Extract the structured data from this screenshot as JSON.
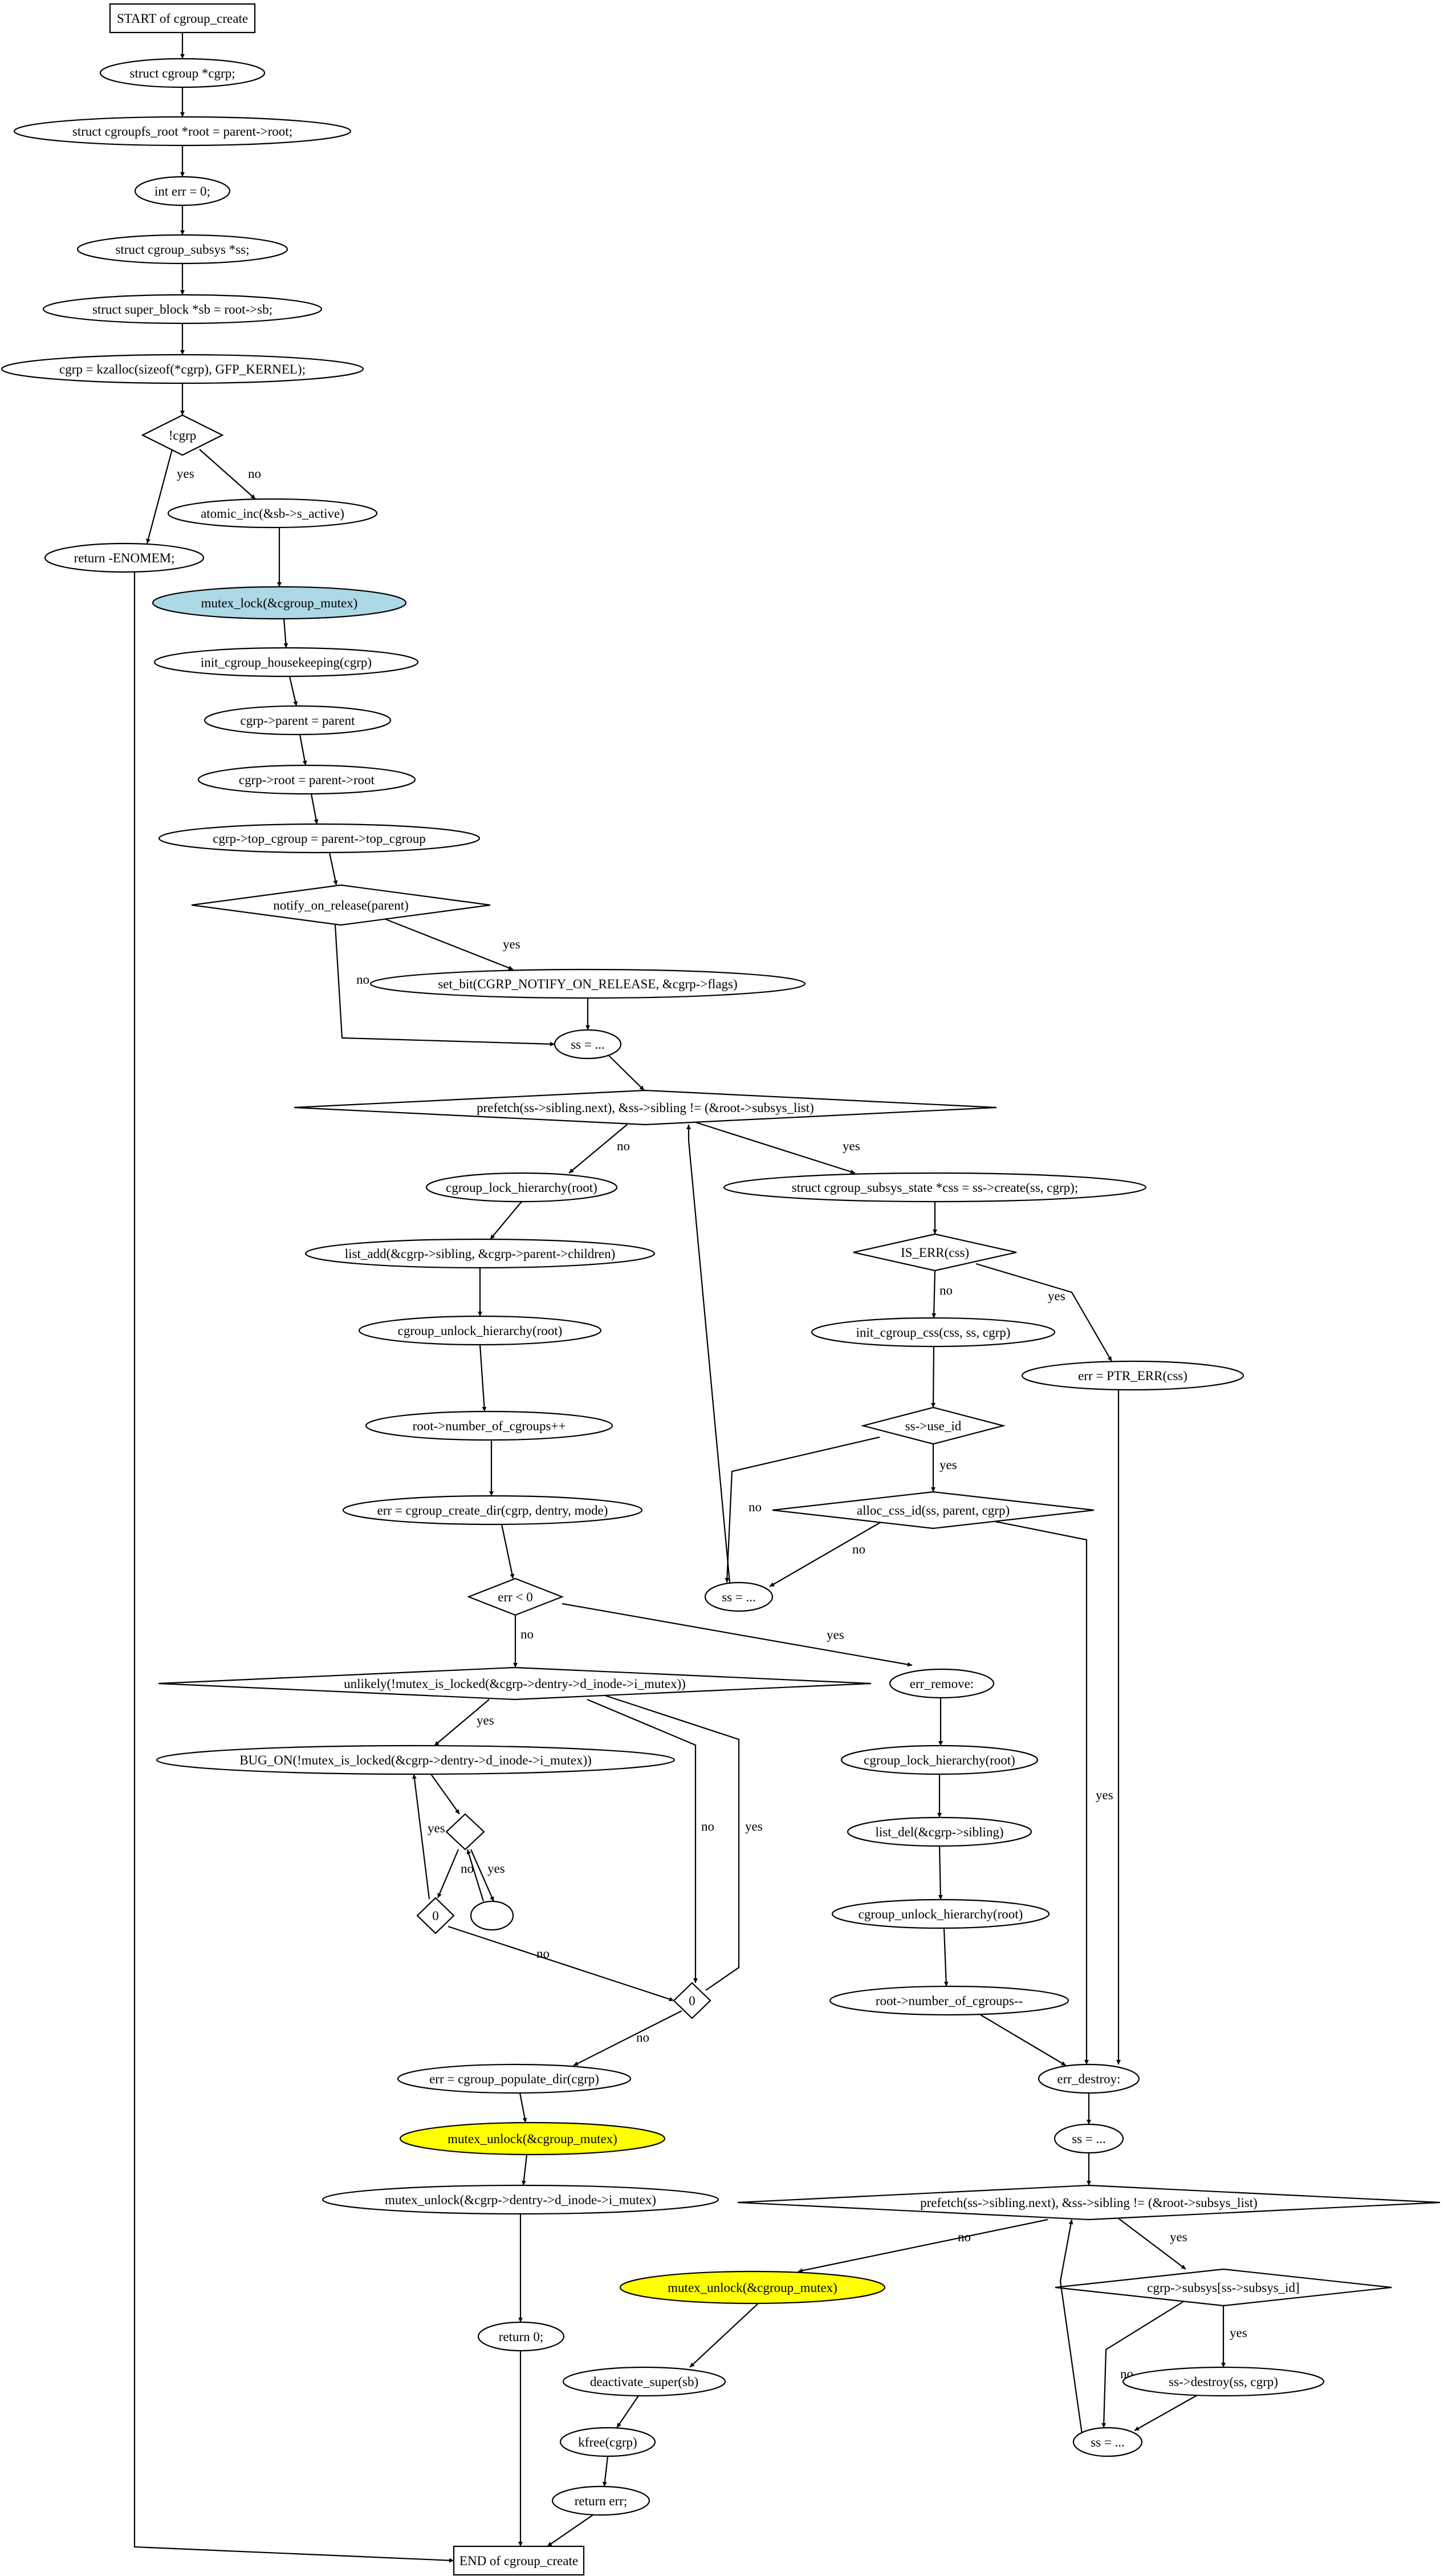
{
  "flowchart": {
    "nodes": {
      "start": {
        "label": "START of cgroup_create"
      },
      "n1": {
        "label": "struct cgroup *cgrp;"
      },
      "n2": {
        "label": "struct cgroupfs_root *root = parent->root;"
      },
      "n3": {
        "label": "int err = 0;"
      },
      "n4": {
        "label": "struct cgroup_subsys *ss;"
      },
      "n5": {
        "label": "struct super_block *sb = root->sb;"
      },
      "n6": {
        "label": "cgrp = kzalloc(sizeof(*cgrp), GFP_KERNEL);"
      },
      "d1": {
        "label": "!cgrp"
      },
      "n7": {
        "label": "return -ENOMEM;"
      },
      "n8": {
        "label": "atomic_inc(&sb->s_active)"
      },
      "n9": {
        "label": "mutex_lock(&cgroup_mutex)"
      },
      "n10": {
        "label": "init_cgroup_housekeeping(cgrp)"
      },
      "n11": {
        "label": "cgrp->parent = parent"
      },
      "n12": {
        "label": "cgrp->root = parent->root"
      },
      "n13": {
        "label": "cgrp->top_cgroup = parent->top_cgroup"
      },
      "d2": {
        "label": "notify_on_release(parent)"
      },
      "n14": {
        "label": "set_bit(CGRP_NOTIFY_ON_RELEASE, &cgrp->flags)"
      },
      "n15": {
        "label": "ss = ..."
      },
      "d3": {
        "label": "prefetch(ss->sibling.next), &ss->sibling != (&root->subsys_list)"
      },
      "n16": {
        "label": "cgroup_lock_hierarchy(root)"
      },
      "n17": {
        "label": "struct cgroup_subsys_state *css = ss->create(ss, cgrp);"
      },
      "n18": {
        "label": "list_add(&cgrp->sibling, &cgrp->parent->children)"
      },
      "d4": {
        "label": "IS_ERR(css)"
      },
      "n19": {
        "label": "cgroup_unlock_hierarchy(root)"
      },
      "n20": {
        "label": "init_cgroup_css(css, ss, cgrp)"
      },
      "n21": {
        "label": "err = PTR_ERR(css)"
      },
      "n22": {
        "label": "root->number_of_cgroups++"
      },
      "d5": {
        "label": "ss->use_id"
      },
      "n23": {
        "label": "err = cgroup_create_dir(cgrp, dentry, mode)"
      },
      "d6": {
        "label": "alloc_css_id(ss, parent, cgrp)"
      },
      "n24": {
        "label": "ss = ..."
      },
      "d7": {
        "label": "err < 0"
      },
      "d8": {
        "label": "unlikely(!mutex_is_locked(&cgrp->dentry->d_inode->i_mutex))"
      },
      "n25": {
        "label": "err_remove:"
      },
      "n26": {
        "label": "BUG_ON(!mutex_is_locked(&cgrp->dentry->d_inode->i_mutex))"
      },
      "n27": {
        "label": "cgroup_lock_hierarchy(root)"
      },
      "d9": {
        "label": ""
      },
      "n28": {
        "label": "list_del(&cgrp->sibling)"
      },
      "d10": {
        "label": "0"
      },
      "n29": {
        "label": ""
      },
      "n30": {
        "label": "cgroup_unlock_hierarchy(root)"
      },
      "d11": {
        "label": "0"
      },
      "n31": {
        "label": "root->number_of_cgroups--"
      },
      "n32": {
        "label": "err = cgroup_populate_dir(cgrp)"
      },
      "n33": {
        "label": "err_destroy:"
      },
      "n34": {
        "label": "mutex_unlock(&cgroup_mutex)"
      },
      "n35": {
        "label": "ss = ..."
      },
      "n36": {
        "label": "mutex_unlock(&cgrp->dentry->d_inode->i_mutex)"
      },
      "d12": {
        "label": "prefetch(ss->sibling.next), &ss->sibling != (&root->subsys_list)"
      },
      "n37": {
        "label": "mutex_unlock(&cgroup_mutex)"
      },
      "d13": {
        "label": "cgrp->subsys[ss->subsys_id]"
      },
      "n38": {
        "label": "return 0;"
      },
      "n39": {
        "label": "deactivate_super(sb)"
      },
      "n40": {
        "label": "ss->destroy(ss, cgrp)"
      },
      "n41": {
        "label": "kfree(cgrp)"
      },
      "n42": {
        "label": "ss = ..."
      },
      "n43": {
        "label": "return err;"
      },
      "end": {
        "label": "END of cgroup_create"
      }
    },
    "edge_labels": {
      "yes": "yes",
      "no": "no"
    },
    "colors": {
      "lock_fill": "#add8e6",
      "unlock_fill": "#ffff00",
      "default_fill": "#ffffff",
      "stroke": "#000000"
    }
  }
}
